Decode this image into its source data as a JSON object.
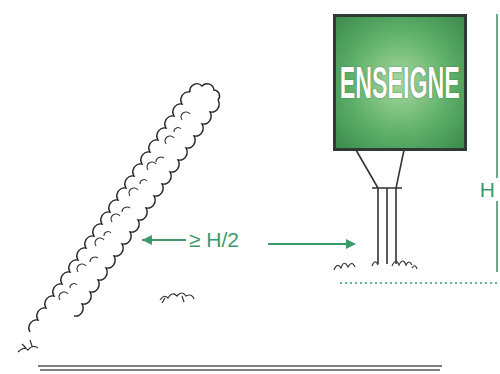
{
  "diagram": {
    "nodes": [
      {
        "text": [
          "ENSEIGNE"
        ]
      }
    ],
    "labels": [
      "≥ H/2",
      "H"
    ]
  }
}
